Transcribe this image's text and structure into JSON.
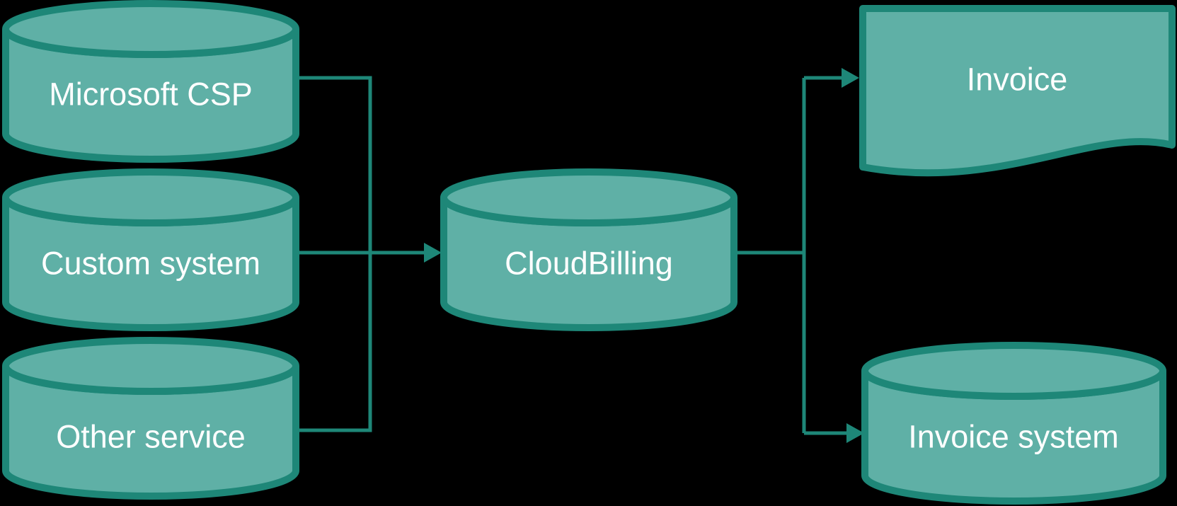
{
  "diagram": {
    "background_color": "#000000",
    "shape_fill_color": "#5FB0A6",
    "shape_stroke_color": "#1E8778",
    "label_color": "#FFFFFF",
    "nodes": [
      {
        "id": "microsoft-csp",
        "label": "Microsoft CSP",
        "shape": "cylinder"
      },
      {
        "id": "custom-system",
        "label": "Custom system",
        "shape": "cylinder"
      },
      {
        "id": "other-service",
        "label": "Other service",
        "shape": "cylinder"
      },
      {
        "id": "cloudbilling",
        "label": "CloudBilling",
        "shape": "cylinder"
      },
      {
        "id": "invoice",
        "label": "Invoice",
        "shape": "document"
      },
      {
        "id": "invoice-system",
        "label": "Invoice system",
        "shape": "cylinder"
      }
    ],
    "edges": [
      {
        "from": "Microsoft CSP",
        "to": "CloudBilling"
      },
      {
        "from": "Custom system",
        "to": "CloudBilling"
      },
      {
        "from": "Other service",
        "to": "CloudBilling"
      },
      {
        "from": "CloudBilling",
        "to": "Invoice"
      },
      {
        "from": "CloudBilling",
        "to": "Invoice system"
      }
    ]
  }
}
